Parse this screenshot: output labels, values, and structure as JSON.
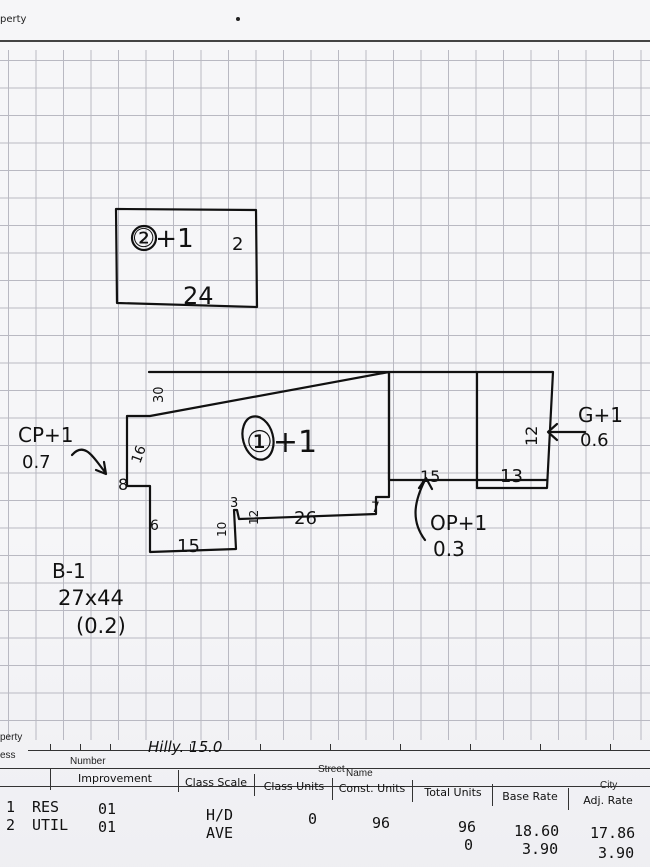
{
  "header": {
    "form_label": "perty"
  },
  "sketch": {
    "garage_label": "②+1",
    "garage_side": "2",
    "garage_width": "24",
    "main_label": "①+1",
    "dim_main_top_left": "30",
    "dim_main_left": "16",
    "dim_main_bottom_left": "6",
    "dim_main_bottom_mid": "15",
    "dim_main_step_a": "3",
    "dim_main_step_b": "10",
    "dim_main_step_c": "12",
    "dim_main_bottom_right": "26",
    "dim_main_corner": "7",
    "dim_cp_side": "8",
    "dim_op_width": "15",
    "dim_g_width": "13",
    "dim_g_side": "12",
    "cp_label": "CP+1",
    "cp_value": "0.7",
    "op_label": "OP+1",
    "op_value": "0.3",
    "g_label": "G+1",
    "g_value": "0.6",
    "b_label": "B-1",
    "b_size": "27x44",
    "b_value": "(0.2)"
  },
  "form": {
    "property_label": "perty",
    "address_label": "ess",
    "number_label": "Number",
    "street_name_handwritten": "Hilly. 15.0",
    "street_label": "Street",
    "name_label": "Name",
    "city_label": "City",
    "columns": [
      "Improvement",
      "Class Scale",
      "Class Units",
      "Const. Units",
      "Total Units",
      "Base Rate",
      "Adj. Rate"
    ],
    "rows": [
      {
        "line": "1",
        "improvement": "RES",
        "code": "01",
        "class_scale": "H/D",
        "class_units": "0",
        "const_units": "96",
        "total_units": "96",
        "base_rate": "18.60",
        "adj_rate": "17.86"
      },
      {
        "line": "2",
        "improvement": "UTIL",
        "code": "01",
        "class_scale": "AVE",
        "class_units": "",
        "const_units": "",
        "total_units": "0",
        "base_rate": "3.90",
        "adj_rate": "3.90"
      }
    ]
  }
}
